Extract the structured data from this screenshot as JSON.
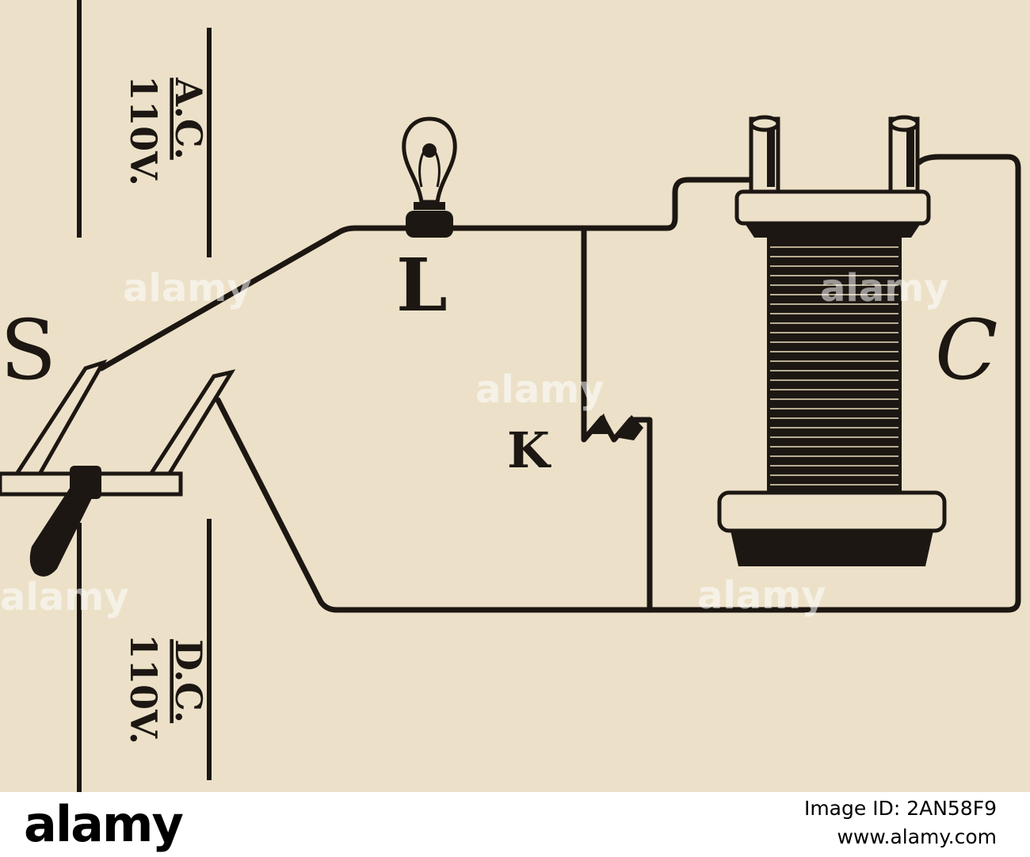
{
  "diagram": {
    "labels": {
      "S": "S",
      "L": "L",
      "K": "K",
      "C": "C",
      "ac_voltage": "110V.",
      "ac_type": "A.C.",
      "dc_voltage": "110V.",
      "dc_type": "D.C."
    },
    "watermark": "alamy"
  },
  "footer": {
    "brand": "alamy",
    "image_id": "Image ID: 2AN58F9",
    "url": "www.alamy.com"
  },
  "colors": {
    "paper": "#ece1c8",
    "ink": "#1c1712",
    "footer_bg": "#ffffff"
  }
}
